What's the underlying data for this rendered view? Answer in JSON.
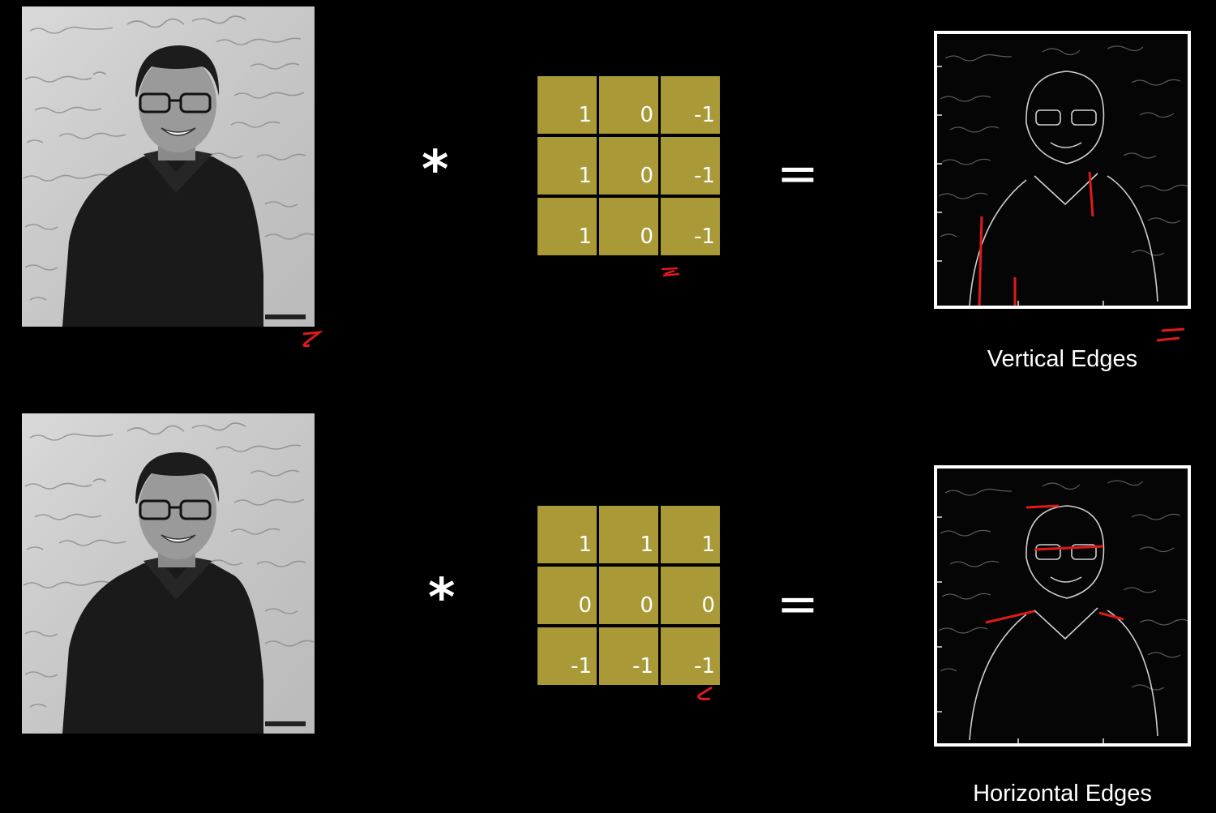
{
  "operators": {
    "convolve": "*",
    "equals": "="
  },
  "rows": [
    {
      "kernel": [
        [
          "1",
          "0",
          "-1"
        ],
        [
          "1",
          "0",
          "-1"
        ],
        [
          "1",
          "0",
          "-1"
        ]
      ],
      "caption": "Vertical Edges"
    },
    {
      "kernel": [
        [
          "1",
          "1",
          "1"
        ],
        [
          "0",
          "0",
          "0"
        ],
        [
          "-1",
          "-1",
          "-1"
        ]
      ],
      "caption": "Horizontal Edges"
    }
  ],
  "colors": {
    "background": "#000000",
    "kernel_cell": "#a99a37",
    "annotation": "#e01a1a"
  },
  "icons": [
    "person-photo-grayscale",
    "edge-map-image",
    "red-annotation-mark"
  ]
}
